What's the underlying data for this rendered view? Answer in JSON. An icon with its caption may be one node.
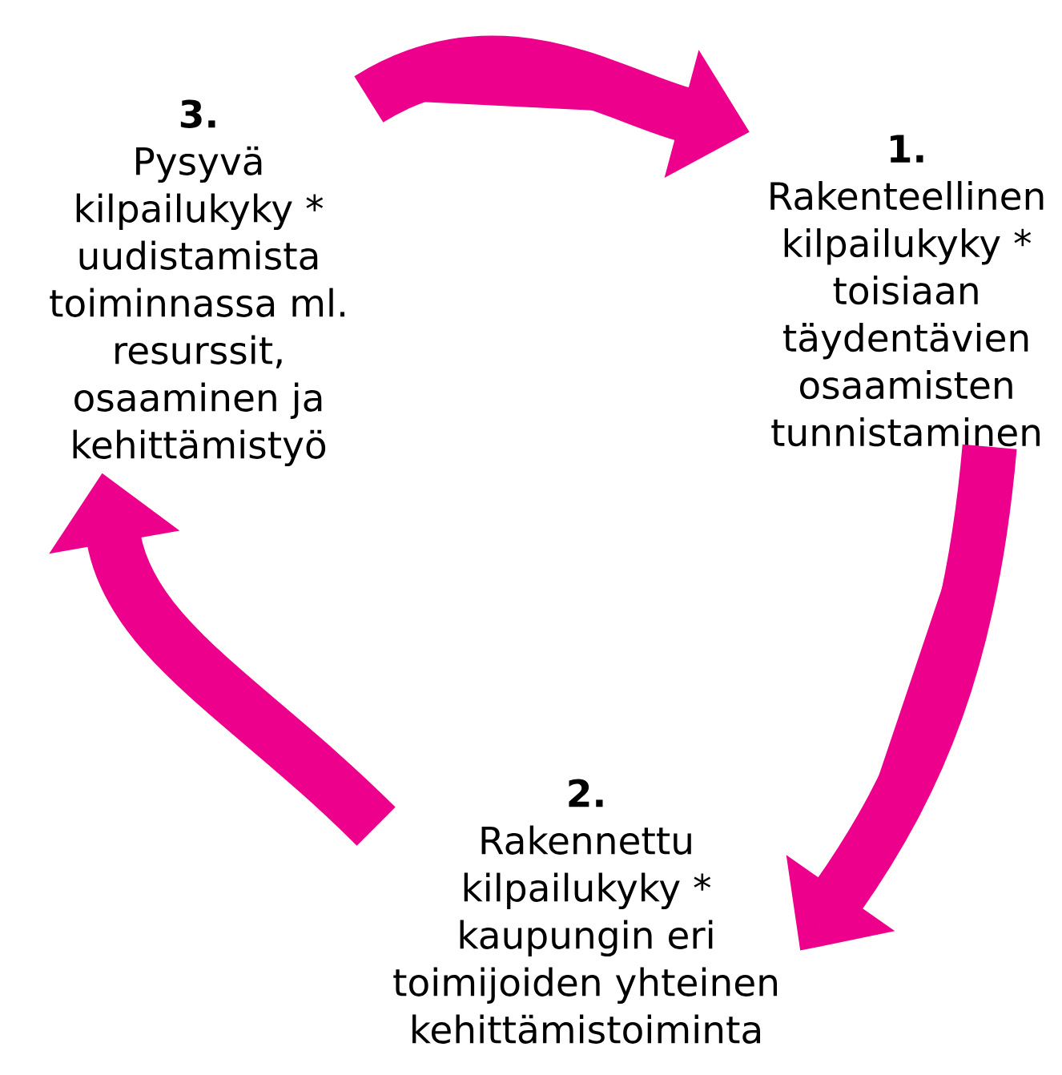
{
  "diagram": {
    "nodes": [
      {
        "text": [
          "3.",
          "Pysyvä kilpailukyky * uudistamista toiminnassa ml. resurssit, osaaminen ja kehittämistyö"
        ]
      },
      {
        "text": [
          "1.",
          "Rakenteellinen kilpailukyky * toisiaan täydentävien osaamisten tunnistaminen"
        ]
      },
      {
        "text": [
          "2.",
          "Rakennettu kilpailukyky * kaupungin eri toimijoiden yhteinen kehittämistoiminta"
        ]
      }
    ],
    "edges": [
      {
        "from": 0,
        "to": 1,
        "arrow": "to"
      },
      {
        "from": 1,
        "to": 2,
        "arrow": "to"
      },
      {
        "from": 2,
        "to": 0,
        "arrow": "to"
      }
    ]
  }
}
